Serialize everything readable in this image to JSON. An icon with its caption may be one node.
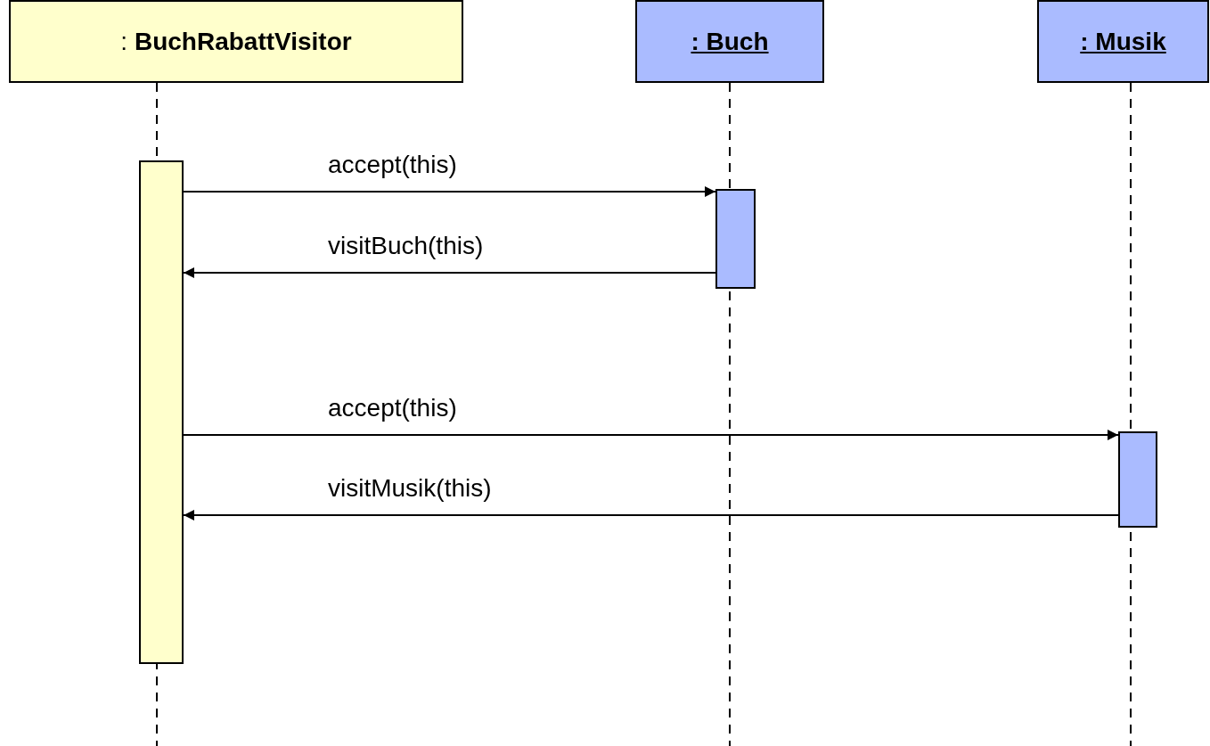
{
  "diagram": {
    "nodes": [
      {
        "text": [
          ": **BuchRabattVisitor**"
        ]
      },
      {
        "text": [
          ": Buch"
        ]
      },
      {
        "text": [
          ": Musik"
        ]
      },
      {
        "text": [],
        "shape": "bar"
      },
      {
        "text": [],
        "shape": "bar"
      },
      {
        "text": [],
        "shape": "bar"
      }
    ],
    "edges": [
      {
        "from": 3,
        "to": 4,
        "arrow": "to",
        "label": "accept(this)"
      },
      {
        "from": 4,
        "to": 3,
        "arrow": "to",
        "label": "visitBuch(this)"
      },
      {
        "from": 3,
        "to": 5,
        "arrow": "to",
        "label": "accept(this)"
      },
      {
        "from": 5,
        "to": 3,
        "arrow": "to",
        "label": "visitMusik(this)"
      }
    ]
  }
}
